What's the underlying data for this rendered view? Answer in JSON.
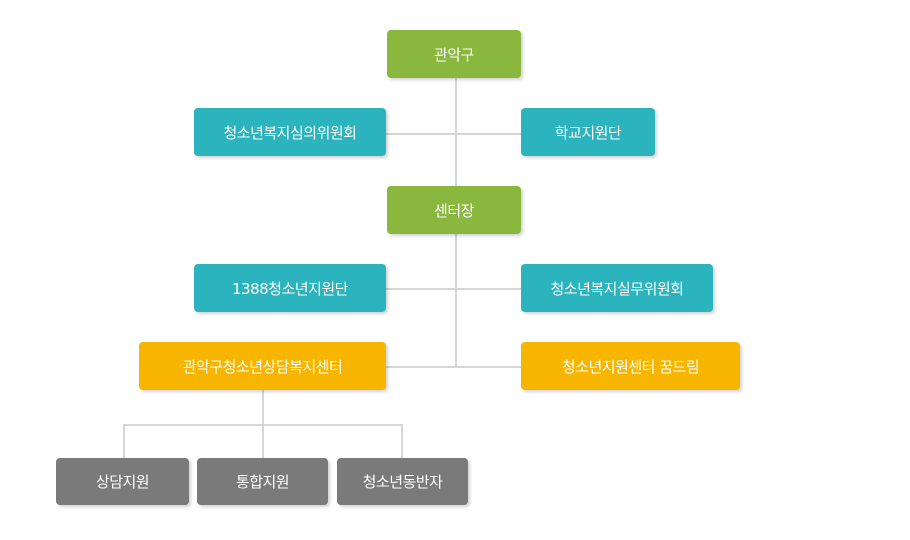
{
  "nodes": {
    "gwanak_gu": "관악구",
    "youth_welfare_deliberation_committee": "청소년복지심의위원회",
    "school_support_group": "학교지원단",
    "center_director": "센터장",
    "youth_support_group_1388": "1388청소년지원단",
    "youth_welfare_working_committee": "청소년복지실무위원회",
    "gwanak_youth_counseling_center": "관악구청소년상담복지센터",
    "youth_support_center_dream": "청소년지원센터 꿈드림",
    "counseling_support": "상담지원",
    "integrated_support": "통합지원",
    "youth_companion": "청소년동반자"
  },
  "colors": {
    "top_level": "#8ab83e",
    "committee": "#2bb3be",
    "center": "#f7b500",
    "team": "#7a7a7a",
    "connector": "#d6d6d6"
  }
}
